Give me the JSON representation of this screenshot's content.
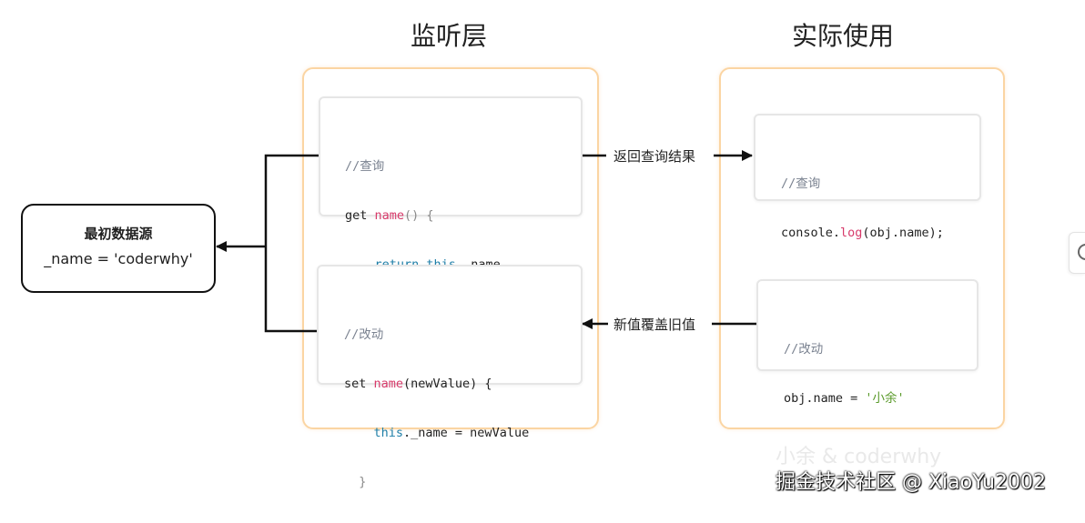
{
  "headings": {
    "listener_layer": "监听层",
    "actual_use": "实际使用"
  },
  "source_box": {
    "title": "最初数据源",
    "value": "_name = 'coderwhy'"
  },
  "getter_card": {
    "comment": "//查询",
    "line1_kw": "get ",
    "line1_fn": "name",
    "line1_rest": "() {",
    "line2_kw": "return ",
    "line2_this": "this",
    "line2_rest": "._name",
    "line3": "}"
  },
  "setter_card": {
    "comment": "//改动",
    "line1_kw": "set ",
    "line1_fn": "name",
    "line1_rest": "(newValue) {",
    "line2_this": "this",
    "line2_rest": "._name = newValue",
    "line3": "}"
  },
  "read_card": {
    "comment": "//查询",
    "code_a": "console.",
    "code_fn": "log",
    "code_b": "(obj.name);"
  },
  "write_card": {
    "comment": "//改动",
    "code_a": "obj.name = ",
    "code_str": "'小余'"
  },
  "edges": {
    "return_result": "返回查询结果",
    "overwrite": "新值覆盖旧值"
  },
  "watermark": {
    "faint": "小余 & coderwhy",
    "platform": "掘金技术社区 @ XiaoYu2002"
  },
  "colors": {
    "panel_border": "#fbd5a3",
    "function_name": "#d73a6a",
    "keyword": "#1f7fa8",
    "string": "#5a9a2a",
    "comment": "#7a8290"
  }
}
